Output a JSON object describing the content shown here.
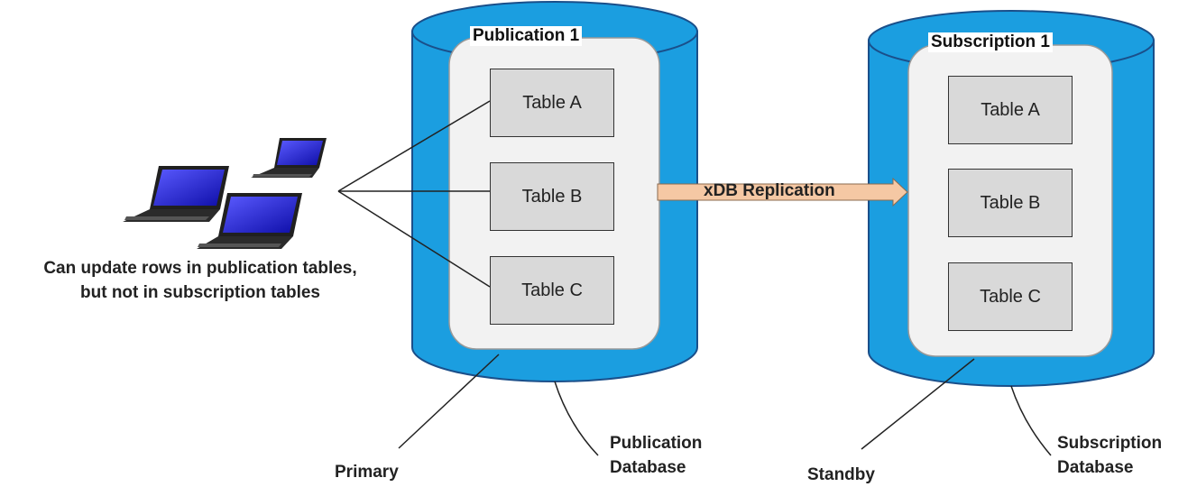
{
  "diagram": {
    "publication": {
      "title": "Publication 1",
      "tables": [
        "Table A",
        "Table B",
        "Table C"
      ]
    },
    "subscription": {
      "title": "Subscription 1",
      "tables": [
        "Table A",
        "Table B",
        "Table C"
      ]
    },
    "arrow_label": "xDB Replication",
    "clients_caption": {
      "line1": "Can update rows in publication tables,",
      "line2": "but not in subscription tables"
    },
    "labels": {
      "primary": "Primary",
      "publication_db_line1": "Publication",
      "publication_db_line2": "Database",
      "standby": "Standby",
      "subscription_db_line1": "Subscription",
      "subscription_db_line2": "Database"
    },
    "colors": {
      "cylinder_fill": "#1b9ee0",
      "cylinder_stroke": "#1a4f8a",
      "inner_panel": "#f2f2f2",
      "table_fill": "#d9d9d9",
      "arrow_fill": "#f5c8a4",
      "laptop_screen": "#1f1fe0"
    }
  }
}
